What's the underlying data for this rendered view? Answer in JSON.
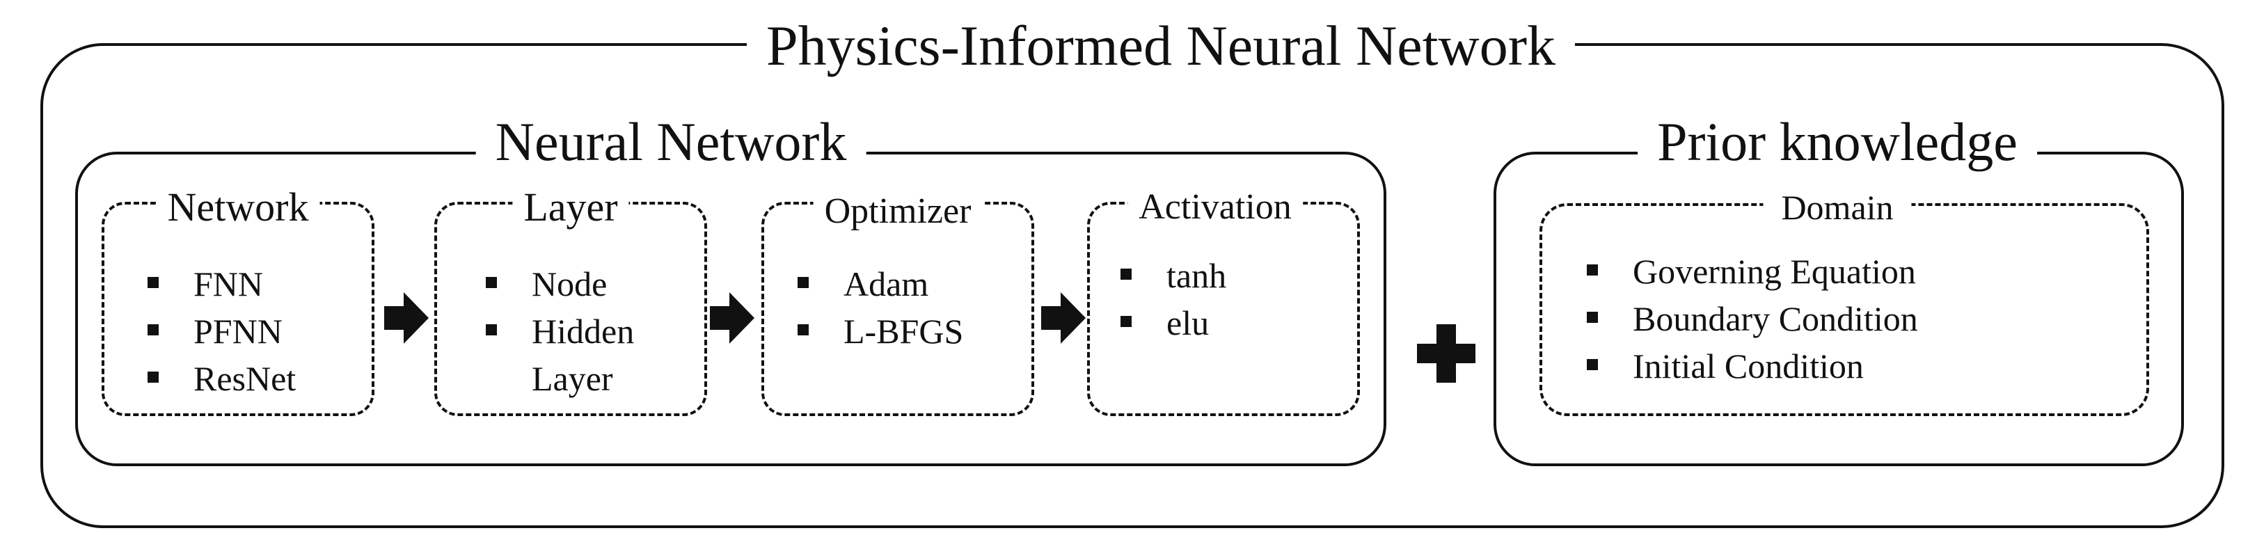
{
  "outer": {
    "title": "Physics-Informed Neural Network"
  },
  "neural_network": {
    "title": "Neural Network",
    "cards": [
      {
        "title": "Network",
        "items": [
          "FNN",
          "PFNN",
          "ResNet"
        ]
      },
      {
        "title": "Layer",
        "items": [
          "Node",
          "Hidden Layer"
        ]
      },
      {
        "title": "Optimizer",
        "items": [
          "Adam",
          "L-BFGS"
        ]
      },
      {
        "title": "Activation",
        "items": [
          "tanh",
          "elu"
        ]
      }
    ]
  },
  "prior_knowledge": {
    "title": "Prior knowledge",
    "domain": {
      "title": "Domain",
      "items": [
        "Governing Equation",
        "Boundary Condition",
        "Initial Condition"
      ]
    }
  },
  "connectors": {
    "arrow_icon": "right-arrow-icon",
    "plus_icon": "plus-icon"
  }
}
